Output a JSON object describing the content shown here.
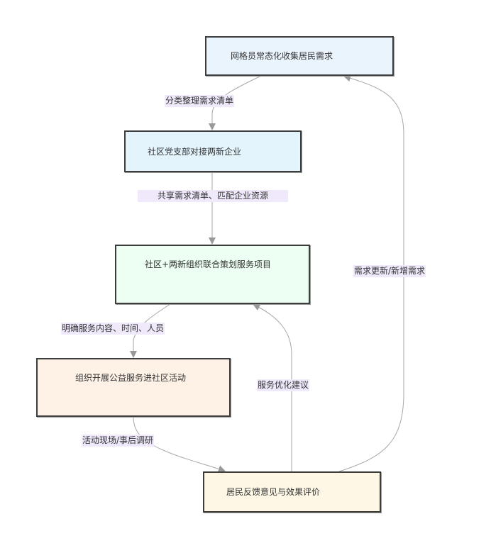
{
  "diagram": {
    "type": "flowchart",
    "nodes": [
      {
        "id": "n1",
        "label": "网格员常态化收集居民需求",
        "fill": "#eaf4fd"
      },
      {
        "id": "n2",
        "label": "社区党支部对接两新企业",
        "fill": "#e3f4fd"
      },
      {
        "id": "n3",
        "label": "社区+两新组织联合策划服务项目",
        "fill": "#edfff2"
      },
      {
        "id": "n4",
        "label": "组织开展公益服务进社区活动",
        "fill": "#fef1e6"
      },
      {
        "id": "n5",
        "label": "居民反馈意见与效果评价",
        "fill": "#fef7e6"
      }
    ],
    "edges": [
      {
        "id": "e1",
        "from": "n1",
        "to": "n2",
        "label": "分类整理需求清单"
      },
      {
        "id": "e2",
        "from": "n2",
        "to": "n3",
        "label": "共享需求清单、匹配企业资源"
      },
      {
        "id": "e3",
        "from": "n3",
        "to": "n4",
        "label": "明确服务内容、时间、人员"
      },
      {
        "id": "e4",
        "from": "n5",
        "to": "n3",
        "label": "服务优化建议"
      },
      {
        "id": "e5",
        "from": "n4",
        "to": "n5",
        "label": "活动现场/事后调研"
      },
      {
        "id": "e6",
        "from": "n5",
        "to": "n1",
        "label": "需求更新/新增需求"
      }
    ],
    "colors": {
      "node_border": "#3d3d3d",
      "edge_stroke": "#a6a6a6",
      "edge_label_bg": "#efe9fb",
      "text": "#333333"
    }
  }
}
